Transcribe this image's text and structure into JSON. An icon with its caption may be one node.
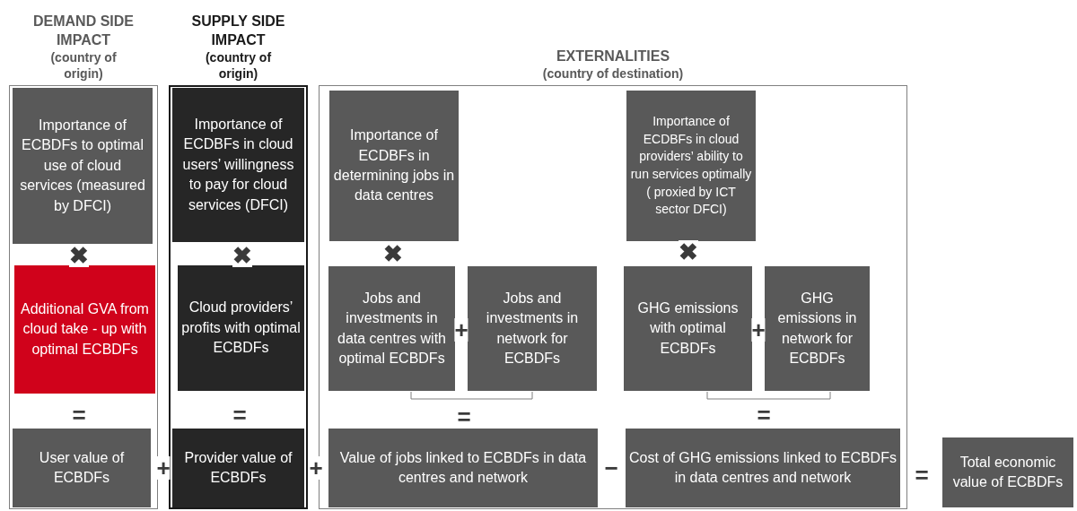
{
  "diagram": {
    "nodes": [
      {
        "text": [
          "DEMAND SIDE IMPACT",
          "(country of origin)"
        ]
      },
      {
        "text": [
          "Importance of ECBDFs to optimal use of cloud services (measured by DFCI)"
        ],
        "in": 0
      },
      {
        "text": [
          "Additional GVA from cloud take - up with optimal ECBDFs"
        ],
        "in": 0
      },
      {
        "text": [
          "User value of ECBDFs"
        ],
        "in": 0
      },
      {
        "text": [
          "SUPPLY SIDE IMPACT",
          "(country of origin)"
        ]
      },
      {
        "text": [
          "Importance of ECDBFs in cloud users’ willingness to pay for cloud services (DFCI)"
        ],
        "in": 4
      },
      {
        "text": [
          "Cloud providers’ profits with optimal ECBDFs"
        ],
        "in": 4
      },
      {
        "text": [
          "Provider value of ECBDFs"
        ],
        "in": 4
      },
      {
        "text": [
          "EXTERNALITIES",
          "(country of destination)"
        ]
      },
      {
        "text": [
          "Importance of ECDBFs in determining jobs in data centres"
        ],
        "in": 8
      },
      {
        "text": [
          "Importance of ECDBFs in cloud providers’ ability to run services optimally ( proxied by ICT sector DFCI)"
        ],
        "in": 8
      },
      {
        "text": [
          "Jobs and investments in data centres with optimal ECBDFs"
        ],
        "in": 8
      },
      {
        "text": [
          "Jobs and investments in network for ECBDFs"
        ],
        "in": 8
      },
      {
        "text": [
          "GHG emissions with optimal ECBDFs"
        ],
        "in": 8
      },
      {
        "text": [
          "GHG emissions in network for ECBDFs"
        ],
        "in": 8
      },
      {
        "text": [
          "Value of jobs linked to ECBDFs in data centres and network"
        ],
        "in": 8
      },
      {
        "text": [
          "Cost of GHG emissions linked to ECBDFs in data centres and network"
        ],
        "in": 8
      },
      {
        "text": [
          "Total economic value of ECBDFs"
        ]
      }
    ],
    "edges": [],
    "labels": [
      "✖",
      "✖",
      "✖",
      "✖",
      "+",
      "+",
      "=",
      "=",
      "=",
      "=",
      "+",
      "+",
      "−",
      "="
    ]
  }
}
